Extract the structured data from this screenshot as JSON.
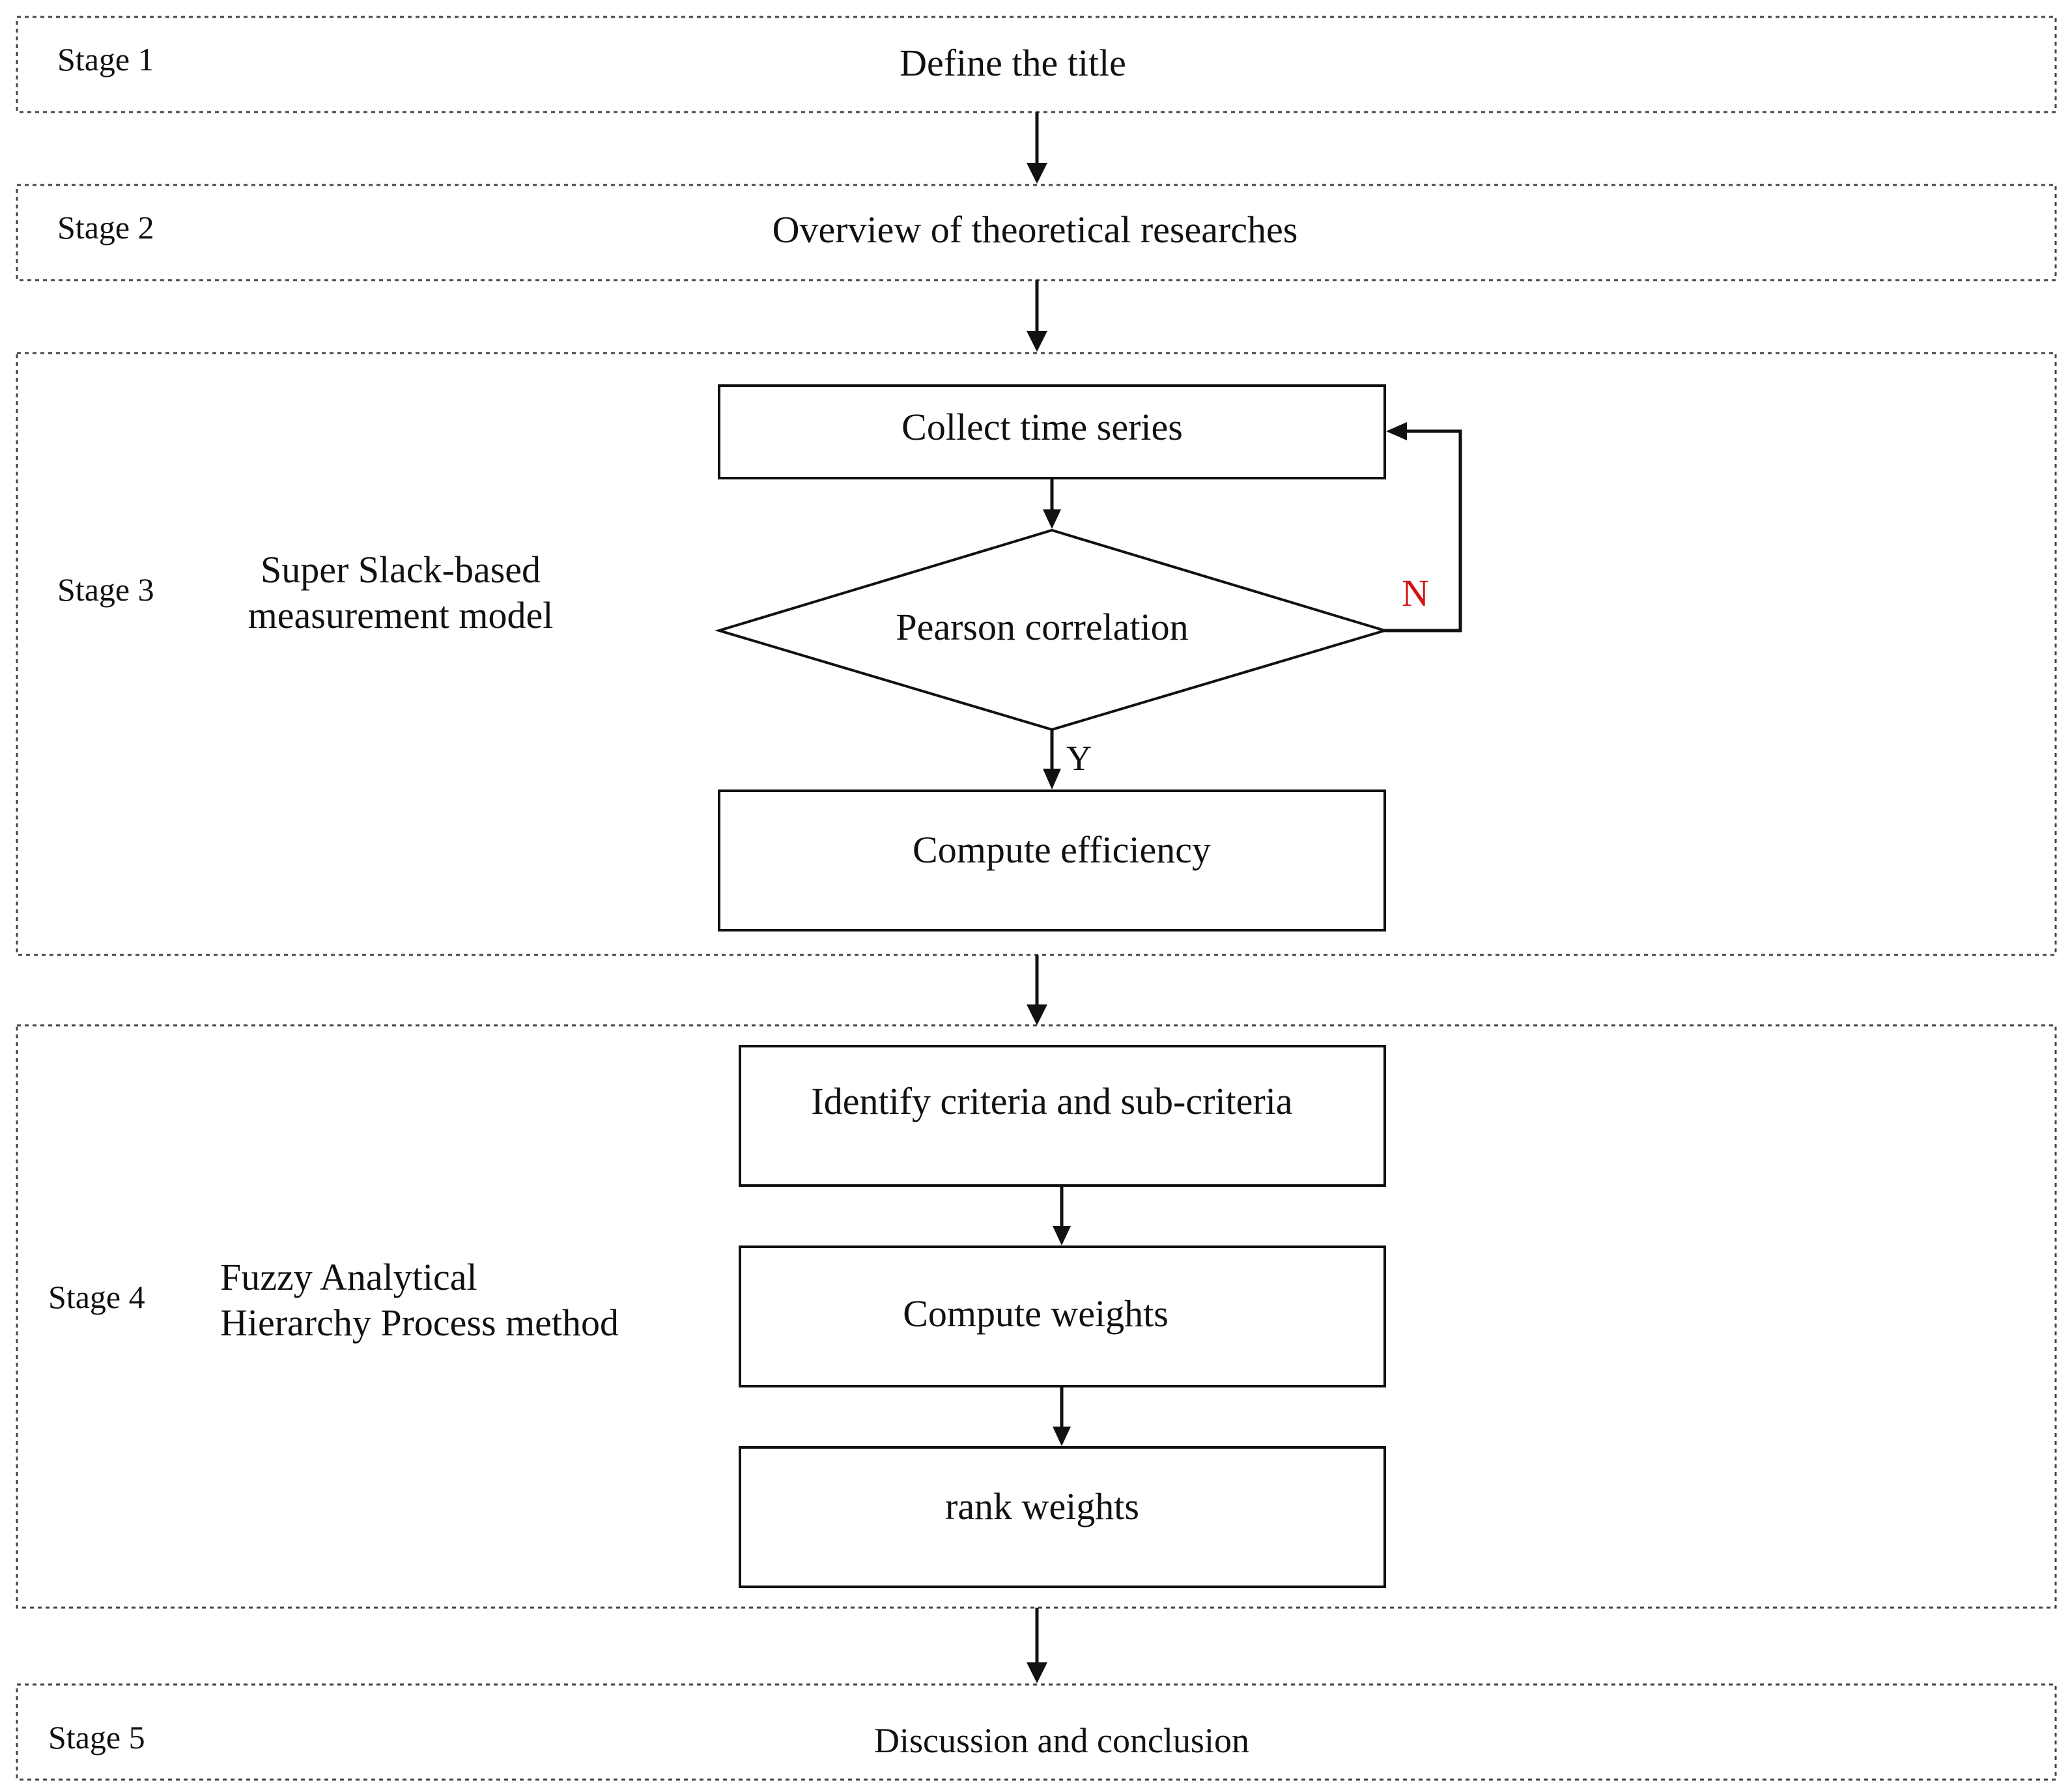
{
  "colors": {
    "line": "#111111",
    "dotted_border": "#444444",
    "no_label": "#d21414",
    "background": "#ffffff"
  },
  "stages": {
    "s1": {
      "label": "Stage 1",
      "title": "Define the title"
    },
    "s2": {
      "label": "Stage 2",
      "title": "Overview of theoretical researches"
    },
    "s3": {
      "label": "Stage 3",
      "method_line1": "Super Slack-based",
      "method_line2": "measurement model"
    },
    "s4": {
      "label": "Stage 4",
      "method_line1": "Fuzzy Analytical",
      "method_line2": "Hierarchy Process method"
    },
    "s5": {
      "label": "Stage 5",
      "title": "Discussion and conclusion"
    }
  },
  "nodes": {
    "collect": "Collect time series",
    "pearson": "Pearson correlation",
    "compute_eff": "Compute efficiency",
    "identify": "Identify criteria and sub-criteria",
    "compute_w": "Compute weights",
    "rank": "rank weights"
  },
  "branches": {
    "yes": "Y",
    "no": "N"
  }
}
